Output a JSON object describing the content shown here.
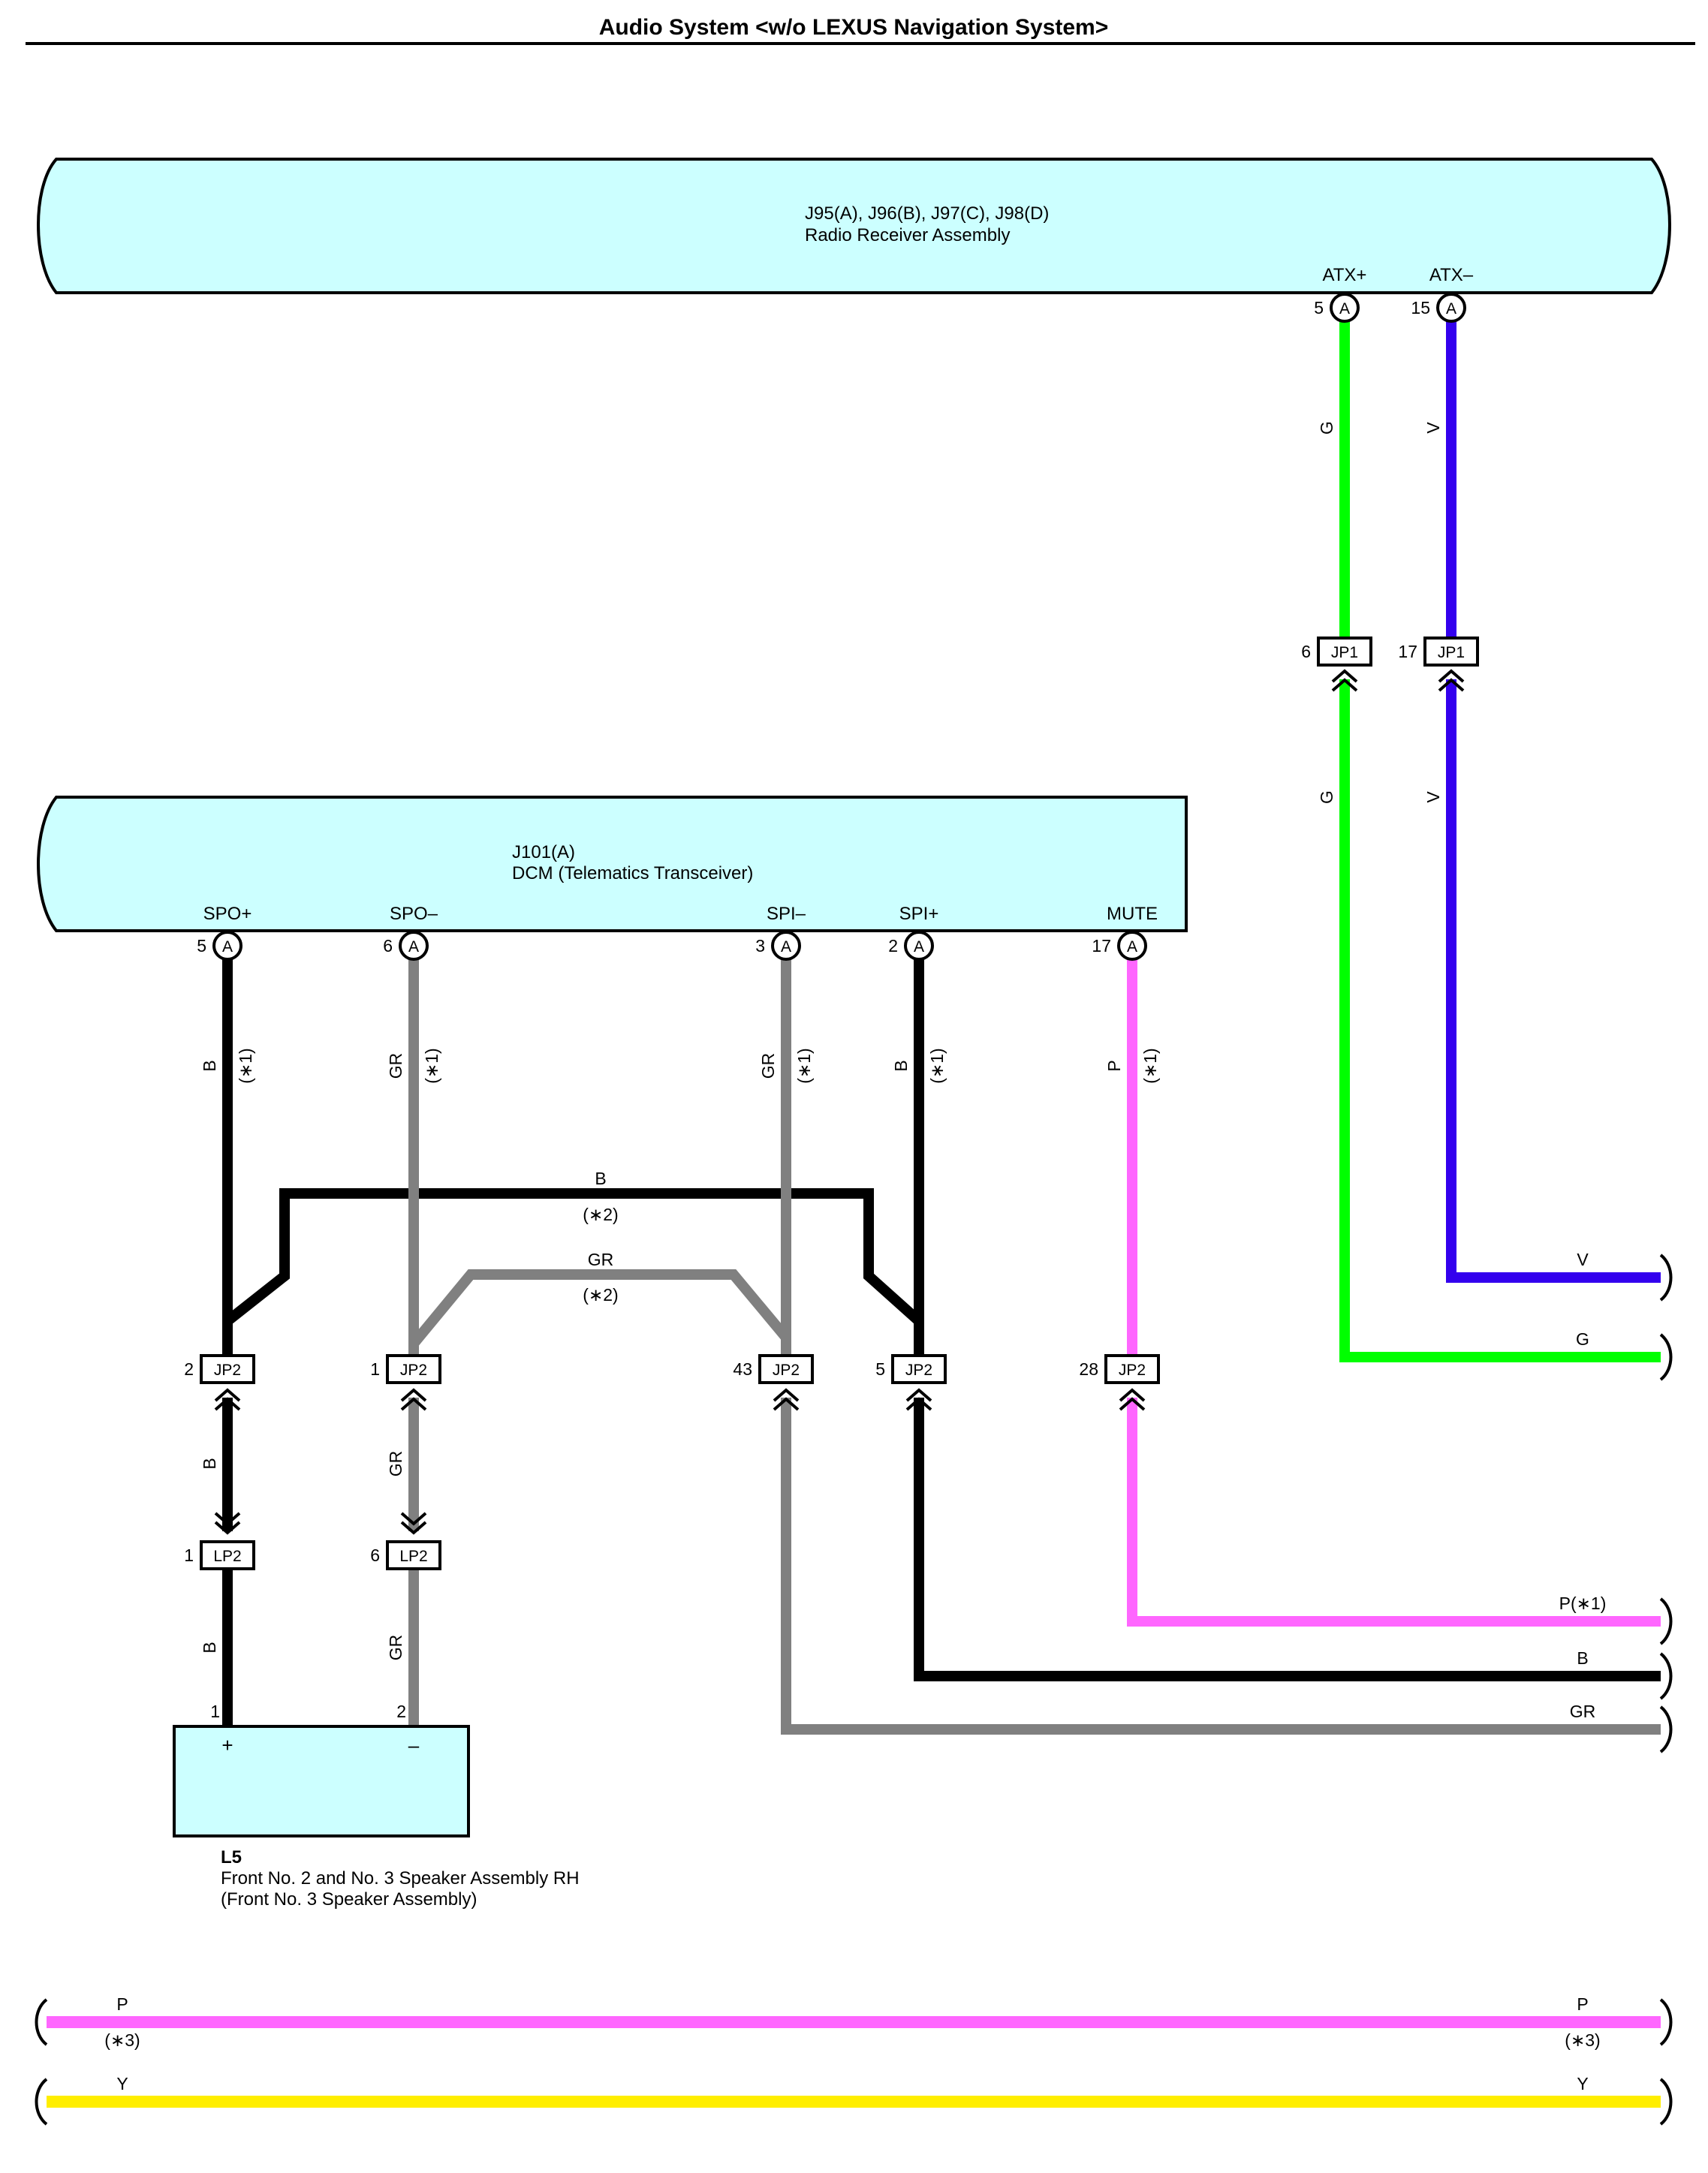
{
  "title": "Audio System <w/o LEXUS Navigation System>",
  "colors": {
    "background": "#ffffff",
    "component_fill": "#ccffff",
    "outline": "#000000",
    "wire_B": "#000000",
    "wire_GR": "#808080",
    "wire_G": "#00ff00",
    "wire_V": "#3300ee",
    "wire_P": "#ff66ff",
    "wire_Y": "#ffee00"
  },
  "radio_receiver": {
    "codes": "J95(A), J96(B), J97(C), J98(D)",
    "name": "Radio Receiver Assembly",
    "terminals": [
      {
        "label": "ATX+",
        "pin": "5",
        "conn": "A"
      },
      {
        "label": "ATX–",
        "pin": "15",
        "conn": "A"
      }
    ]
  },
  "dcm": {
    "code": "J101(A)",
    "name": "DCM (Telematics Transceiver)",
    "terminals": [
      {
        "label": "SPO+",
        "pin": "5",
        "conn": "A"
      },
      {
        "label": "SPO–",
        "pin": "6",
        "conn": "A"
      },
      {
        "label": "SPI–",
        "pin": "3",
        "conn": "A"
      },
      {
        "label": "SPI+",
        "pin": "2",
        "conn": "A"
      },
      {
        "label": "MUTE",
        "pin": "17",
        "conn": "A"
      }
    ]
  },
  "jp1_connectors": [
    {
      "pin": "6",
      "name": "JP1"
    },
    {
      "pin": "17",
      "name": "JP1"
    }
  ],
  "jp2_connectors": [
    {
      "pin": "2",
      "name": "JP2"
    },
    {
      "pin": "1",
      "name": "JP2"
    },
    {
      "pin": "43",
      "name": "JP2"
    },
    {
      "pin": "5",
      "name": "JP2"
    },
    {
      "pin": "28",
      "name": "JP2"
    }
  ],
  "lp2_connectors": [
    {
      "pin": "1",
      "name": "LP2"
    },
    {
      "pin": "6",
      "name": "LP2"
    }
  ],
  "wire_labels": {
    "atx_plus_upper": "G",
    "atx_minus_upper": "V",
    "atx_plus_lower": "G",
    "atx_minus_lower": "V",
    "spo_plus": "B",
    "spo_minus": "GR",
    "spi_minus": "GR",
    "spi_plus": "B",
    "mute": "P",
    "note_1": "(∗1)",
    "bridge_b": "B",
    "bridge_b_note": "(∗2)",
    "bridge_gr": "GR",
    "bridge_gr_note": "(∗2)",
    "jp2_lp2_b": "B",
    "jp2_lp2_gr": "GR",
    "lp2_spk_b": "B",
    "lp2_spk_gr": "GR",
    "out_v": "V",
    "out_g": "G",
    "out_p": "P(∗1)",
    "out_b": "B",
    "out_gr": "GR"
  },
  "speaker": {
    "code": "L5",
    "name_line1": "Front No.  2 and No.  3 Speaker Assembly RH",
    "name_line2": "(Front No.  3 Speaker Assembly)",
    "pin_plus": "1",
    "pin_minus": "2",
    "sign_plus": "+",
    "sign_minus": "–"
  },
  "pass_through": [
    {
      "label": "P",
      "note": "(∗3)",
      "label_right": "P",
      "note_right": "(∗3)"
    },
    {
      "label": "Y",
      "label_right": "Y"
    }
  ]
}
